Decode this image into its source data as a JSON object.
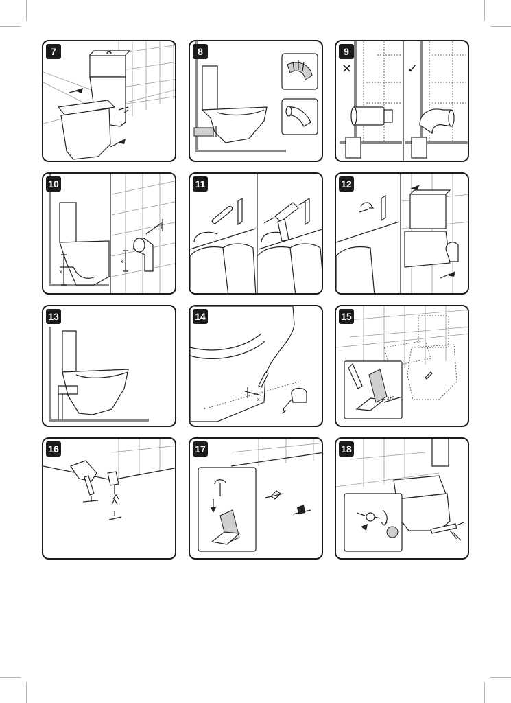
{
  "document": {
    "type": "installation-instructions",
    "panels": [
      {
        "step": "7",
        "scene": "toilet-tiled-wall-arrows"
      },
      {
        "step": "8",
        "scene": "toilet-profile-connector-options"
      },
      {
        "step": "9",
        "scene": "wrong-vs-right-pipe-connection",
        "marks": [
          "✕",
          "✓"
        ]
      },
      {
        "step": "10",
        "scene": "measure-outlet-height",
        "labels": [
          "x",
          "x"
        ]
      },
      {
        "step": "11",
        "scene": "pipe-and-drill-bracket"
      },
      {
        "step": "12",
        "scene": "fix-bracket-mount-toilet"
      },
      {
        "step": "13",
        "scene": "toilet-profile-installed"
      },
      {
        "step": "14",
        "scene": "mark-floor-position",
        "labels": [
          "x"
        ]
      },
      {
        "step": "15",
        "scene": "mark-floor-points",
        "labels": [
          "x+2"
        ]
      },
      {
        "step": "16",
        "scene": "drill-floor-insert-plug"
      },
      {
        "step": "17",
        "scene": "attach-floor-brackets"
      },
      {
        "step": "18",
        "scene": "screw-cover-seal-silicone"
      }
    ]
  },
  "colors": {
    "line": "#1a1a1a",
    "badge_bg": "#1a1a1a",
    "badge_text": "#ffffff",
    "crop_marks": "#b5b5b5"
  }
}
